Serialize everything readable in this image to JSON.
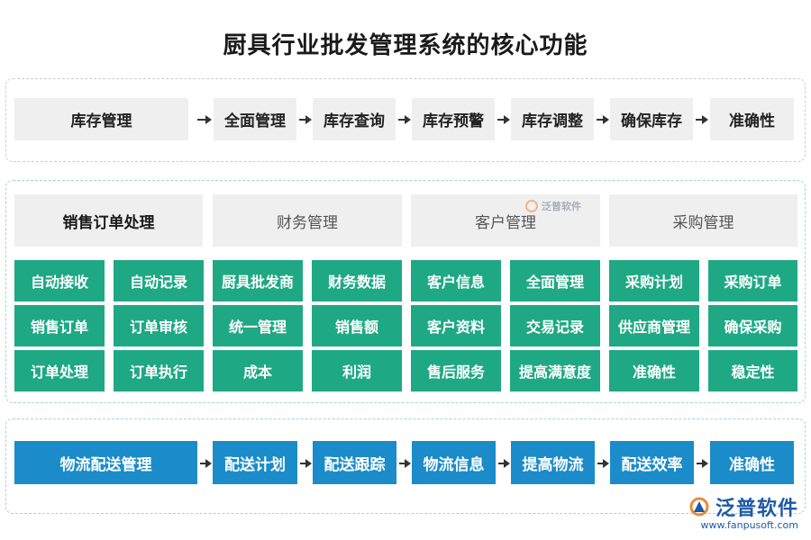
{
  "title": "厨具行业批发管理系统的核心功能",
  "inventory": {
    "head": "库存管理",
    "steps": [
      "全面管理",
      "库存查询",
      "库存预警",
      "库存调整",
      "确保库存",
      "准确性"
    ]
  },
  "modules": [
    {
      "name": "销售订单处理",
      "items": [
        "自动接收",
        "自动记录",
        "销售订单",
        "订单审核",
        "订单处理",
        "订单执行"
      ]
    },
    {
      "name": "财务管理",
      "items": [
        "厨具批发商",
        "财务数据",
        "统一管理",
        "销售额",
        "成本",
        "利润"
      ]
    },
    {
      "name": "客户管理",
      "items": [
        "客户信息",
        "全面管理",
        "客户资料",
        "交易记录",
        "售后服务",
        "提高满意度"
      ]
    },
    {
      "name": "采购管理",
      "items": [
        "采购计划",
        "采购订单",
        "供应商管理",
        "确保采购",
        "准确性",
        "稳定性"
      ]
    }
  ],
  "logistics": {
    "head": "物流配送管理",
    "steps": [
      "配送计划",
      "配送跟踪",
      "物流信息",
      "提高物流",
      "配送效率",
      "准确性"
    ]
  },
  "watermark": {
    "text": "泛普软件"
  },
  "brand": {
    "name": "泛普软件",
    "url": "www.fanpusoft.com"
  },
  "colors": {
    "green": "#1fa884",
    "blue": "#1b8cc9",
    "gray": "#efefef"
  }
}
